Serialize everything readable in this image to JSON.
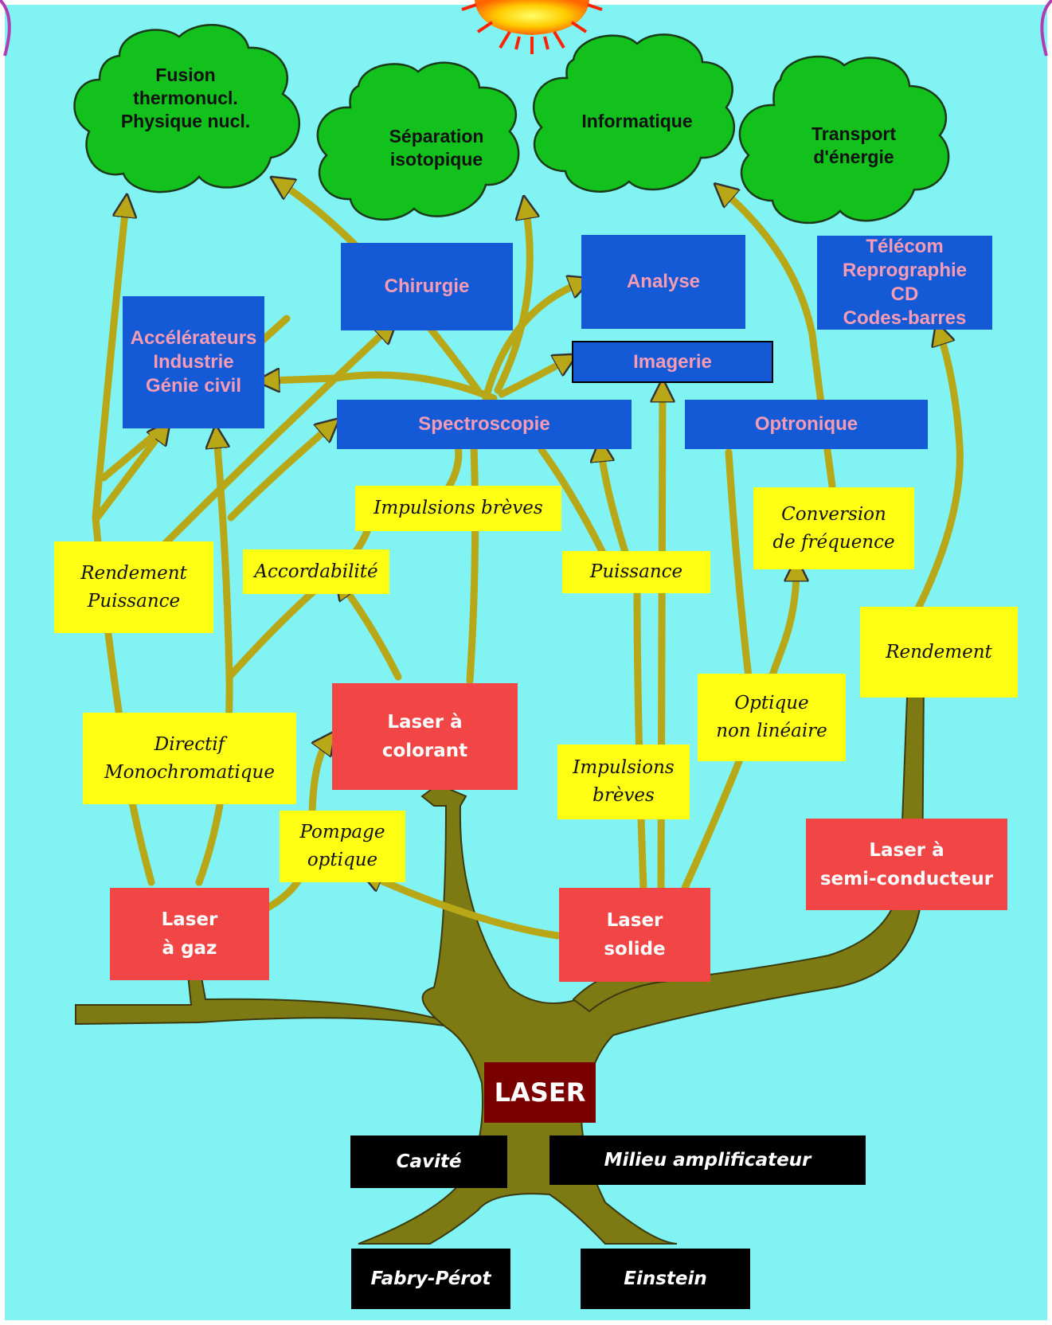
{
  "colors": {
    "background": "#82f3f3",
    "branch": "#b8a716",
    "trunk": "#7d7a14",
    "cloud": "#12c11b",
    "blue_box": "#1459d6",
    "blue_text": "#f59bb4",
    "red_box": "#f24545",
    "yellow_box": "#ffff14",
    "laser_box": "#7a0000"
  },
  "sun": {
    "icon": "sun-icon"
  },
  "clouds": [
    {
      "id": "fusion",
      "text": "Fusion\nthermonucl.\nPhysique nucl."
    },
    {
      "id": "separation",
      "text": "Séparation\nisotopique"
    },
    {
      "id": "informatique",
      "text": "Informatique"
    },
    {
      "id": "transport",
      "text": "Transport\nd'énergie"
    }
  ],
  "applications": {
    "chirurgie": "Chirurgie",
    "analyse": "Analyse",
    "telecom": "Télécom\nReprographie\nCD\nCodes-barres",
    "accelerateurs": "Accélérateurs\nIndustrie\nGénie civil",
    "imagerie": "Imagerie",
    "spectroscopie": "Spectroscopie",
    "optronique": "Optronique"
  },
  "properties": {
    "impulsions_breves_top": "Impulsions brèves",
    "conversion": "Conversion\nde fréquence",
    "rendement_puissance": "Rendement\nPuissance",
    "accordabilite": "Accordabilité",
    "puissance": "Puissance",
    "rendement": "Rendement",
    "optique_non_lineaire": "Optique\nnon linéaire",
    "directif": "Directif\nMonochromatique",
    "impulsions_breves_mid": "Impulsions\nbrèves",
    "pompage": "Pompage\noptique"
  },
  "lasers": {
    "colorant": "Laser à\ncolorant",
    "semi": "Laser à\nsemi-conducteur",
    "gaz": "Laser\nà gaz",
    "solide": "Laser\nsolide"
  },
  "root": {
    "laser": "LASER",
    "cavite": "Cavité",
    "milieu": "Milieu amplificateur",
    "fabry": "Fabry-Pérot",
    "einstein": "Einstein"
  }
}
